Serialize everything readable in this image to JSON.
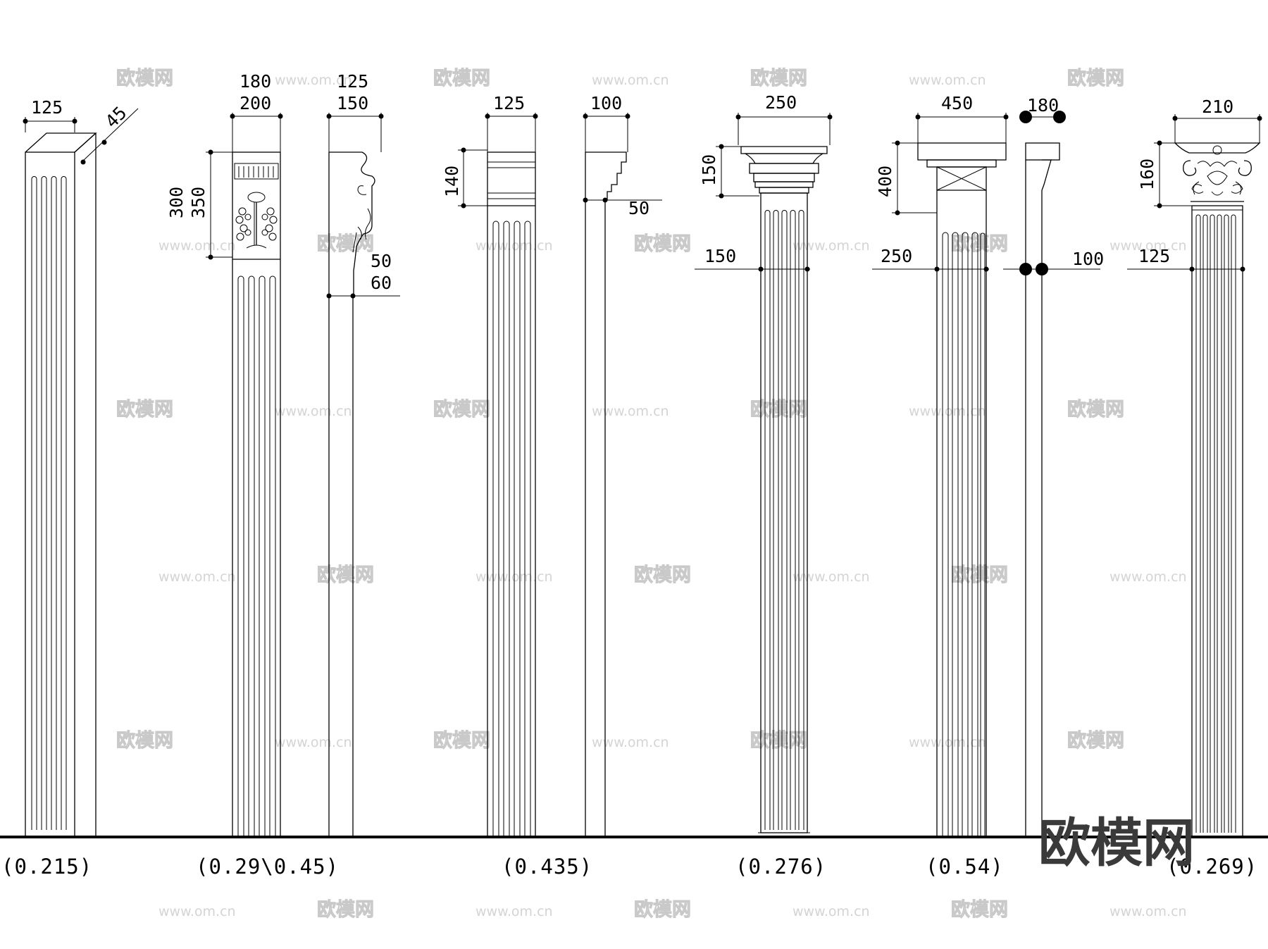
{
  "watermark": {
    "brand": "欧模网",
    "url": "www.om.cn",
    "corner_logo": "欧模网"
  },
  "columns": [
    {
      "id": "col1",
      "caption": "(0.215)",
      "dims": [
        "125",
        "45"
      ]
    },
    {
      "id": "col2",
      "caption": "(0.29\\0.45)",
      "dims": [
        "180",
        "200",
        "300",
        "350",
        "125",
        "150",
        "50",
        "60"
      ]
    },
    {
      "id": "col3",
      "caption": "(0.435)",
      "dims": [
        "125",
        "140",
        "100",
        "50"
      ]
    },
    {
      "id": "col4",
      "caption": "(0.276)",
      "dims": [
        "250",
        "150",
        "150"
      ]
    },
    {
      "id": "col5",
      "caption": "(0.54)",
      "dims": [
        "450",
        "400",
        "250",
        "180",
        "100"
      ]
    },
    {
      "id": "col6",
      "caption": "(0.269)",
      "dims": [
        "210",
        "160",
        "125"
      ]
    }
  ]
}
